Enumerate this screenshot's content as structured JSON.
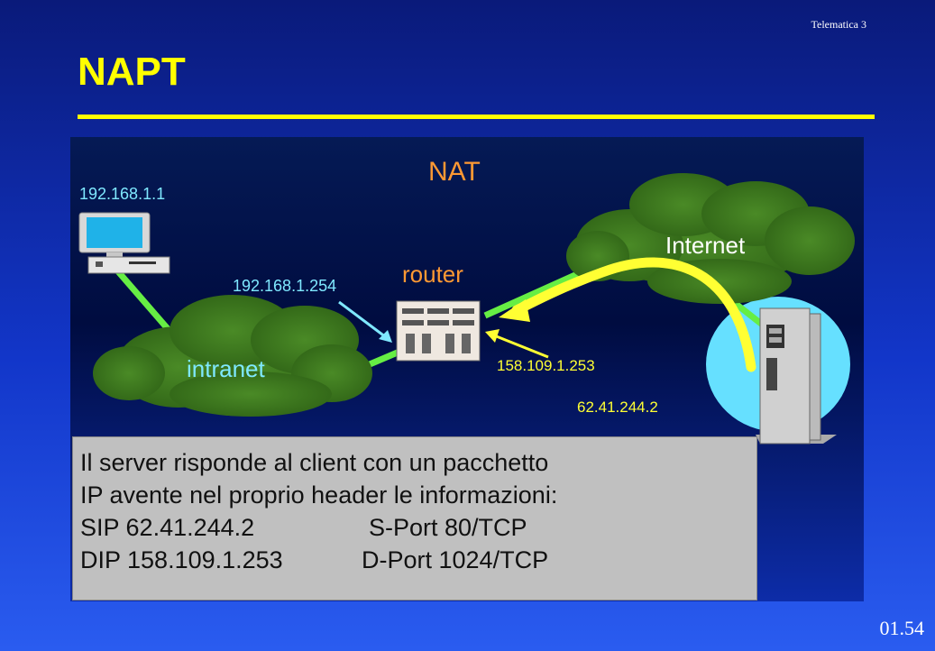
{
  "slide": {
    "course": "Telematica 3",
    "title": "NAPT",
    "page_number": "01.54"
  },
  "diagram": {
    "nat_label": "NAT",
    "client_ip": "192.168.1.1",
    "router_ip": "192.168.1.254",
    "router_label": "router",
    "internet_label": "Internet",
    "intranet_label": "intranet",
    "public_ip": "158.109.1.253",
    "server_ip": "62.41.244.2",
    "colors": {
      "cloud": "#3e7a1e",
      "link": "#66ee44",
      "arrow": "#ffff33",
      "server_halo": "#66e0ff"
    }
  },
  "textbox": {
    "line1": "Il server risponde al client con un pacchetto",
    "line2": "IP avente nel proprio header le informazioni:",
    "line3a": "SIP 62.41.244.2",
    "line3b": "S-Port 80/TCP",
    "line4a": "DIP 158.109.1.253",
    "line4b": "D-Port 1024/TCP"
  }
}
